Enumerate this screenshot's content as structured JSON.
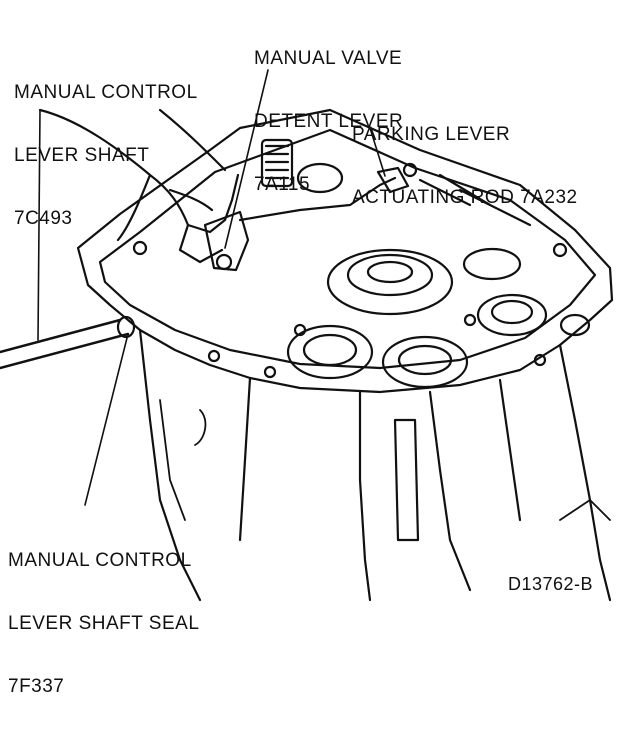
{
  "labels": {
    "manual_control_lever_shaft": {
      "line1": "MANUAL CONTROL",
      "line2": "LEVER SHAFT",
      "line3": "7C493"
    },
    "manual_valve_detent_lever": {
      "line1": "MANUAL VALVE",
      "line2": "DETENT LEVER",
      "line3": "7A115"
    },
    "parking_lever_actuating_rod": {
      "line1": "PARKING LEVER",
      "line2": "ACTUATING ROD 7A232"
    },
    "manual_control_lever_shaft_seal": {
      "line1": "MANUAL CONTROL",
      "line2": "LEVER SHAFT SEAL",
      "line3": "7F337"
    }
  },
  "figure_id": "D13762-B",
  "colors": {
    "ink": "#111111",
    "paper": "#ffffff"
  }
}
